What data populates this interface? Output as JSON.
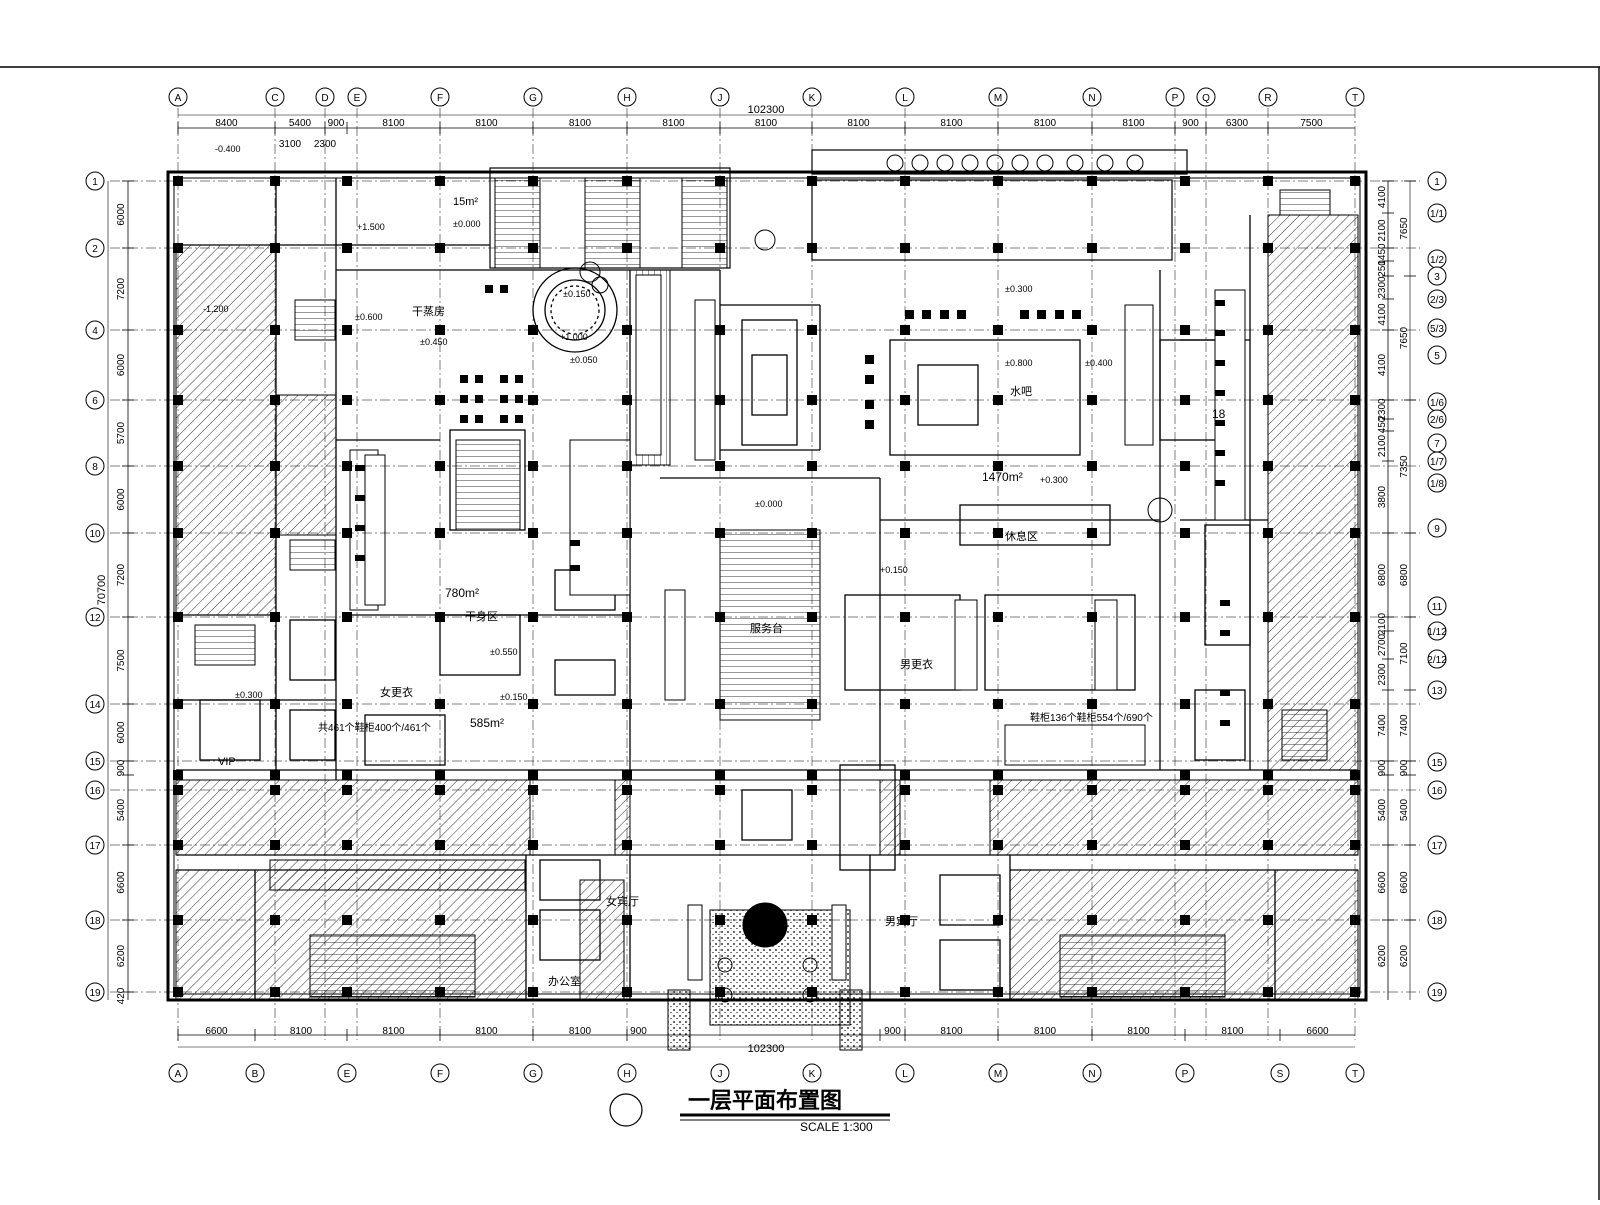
{
  "drawing": {
    "title": "一层平面布置图",
    "scale": "SCALE 1:300",
    "overall_dimension": "102300"
  },
  "top_axes": [
    "A",
    "C",
    "D",
    "E",
    "F",
    "G",
    "H",
    "J",
    "K",
    "L",
    "M",
    "N",
    "P",
    "Q",
    "R",
    "T"
  ],
  "top_dims": [
    "8400",
    "5400",
    "900",
    "8100",
    "8100",
    "8100",
    "8100",
    "8100",
    "8100",
    "8100",
    "8100",
    "8100",
    "900",
    "6300",
    "7500"
  ],
  "top_subdims": [
    "3100",
    "2300"
  ],
  "bottom_axes": [
    "A",
    "B",
    "E",
    "F",
    "G",
    "H",
    "J",
    "K",
    "L",
    "M",
    "N",
    "P",
    "S",
    "T"
  ],
  "bottom_dims": [
    "6600",
    "8100",
    "8100",
    "8100",
    "8100",
    "900",
    "900",
    "8100",
    "8100",
    "8100",
    "8100",
    "6600"
  ],
  "bottom_dim_total": "102300",
  "left_axes": [
    "1",
    "2",
    "4",
    "6",
    "8",
    "10",
    "12",
    "14",
    "15",
    "16",
    "17",
    "18",
    "19"
  ],
  "left_dims": [
    "6000",
    "7200",
    "6000",
    "5700",
    "6000",
    "7200",
    "7500",
    "6000",
    "900",
    "5400",
    "6600",
    "6200",
    "420"
  ],
  "left_total": "70700",
  "right_axes": [
    "1",
    "1/1",
    "1/2",
    "3",
    "2/3",
    "5/3",
    "5",
    "1/6",
    "2/6",
    "7",
    "1/7",
    "1/8",
    "9",
    "11",
    "1/12",
    "2/12",
    "13",
    "15",
    "16",
    "17",
    "18",
    "19"
  ],
  "right_dims": [
    "4100",
    "2100",
    "1450",
    "250",
    "2300",
    "4100",
    "4100",
    "2300",
    "450",
    "2100",
    "3800",
    "6800",
    "2100",
    "2700",
    "2300",
    "7400",
    "900",
    "5400",
    "6600",
    "6200"
  ],
  "right_dims_outer": [
    "7650",
    "7650",
    "7350",
    "6800",
    "7100",
    "7400",
    "900",
    "5400",
    "6600",
    "6200"
  ],
  "rooms": [
    {
      "label": "15m²"
    },
    {
      "label": "干蒸房"
    },
    {
      "label": "780m²"
    },
    {
      "label": "585m²"
    },
    {
      "label": "1470m²"
    },
    {
      "label": "水吧"
    },
    {
      "label": "休息区"
    },
    {
      "label": "干身区"
    },
    {
      "label": "女更衣"
    },
    {
      "label": "VIP"
    },
    {
      "label": "办公室"
    },
    {
      "label": "服务台"
    },
    {
      "label": "18"
    },
    {
      "label": "男更衣"
    },
    {
      "label": "女宾厅"
    },
    {
      "label": "男宾厅"
    }
  ],
  "locker_note_left": "共461个鞋柜400个/461个",
  "locker_note_right": "鞋柜136个鞋柜554个/690个",
  "levels": [
    "-0.400",
    "+1.500",
    "±0.000",
    "-1.200",
    "±0.600",
    "±0.450",
    "±0.150",
    "+1.000",
    "±0.050",
    "±0.300",
    "±0.800",
    "±0.400",
    "±0.000",
    "+0.150",
    "+0.300",
    "±0.550",
    "±0.150",
    "±0.300"
  ]
}
